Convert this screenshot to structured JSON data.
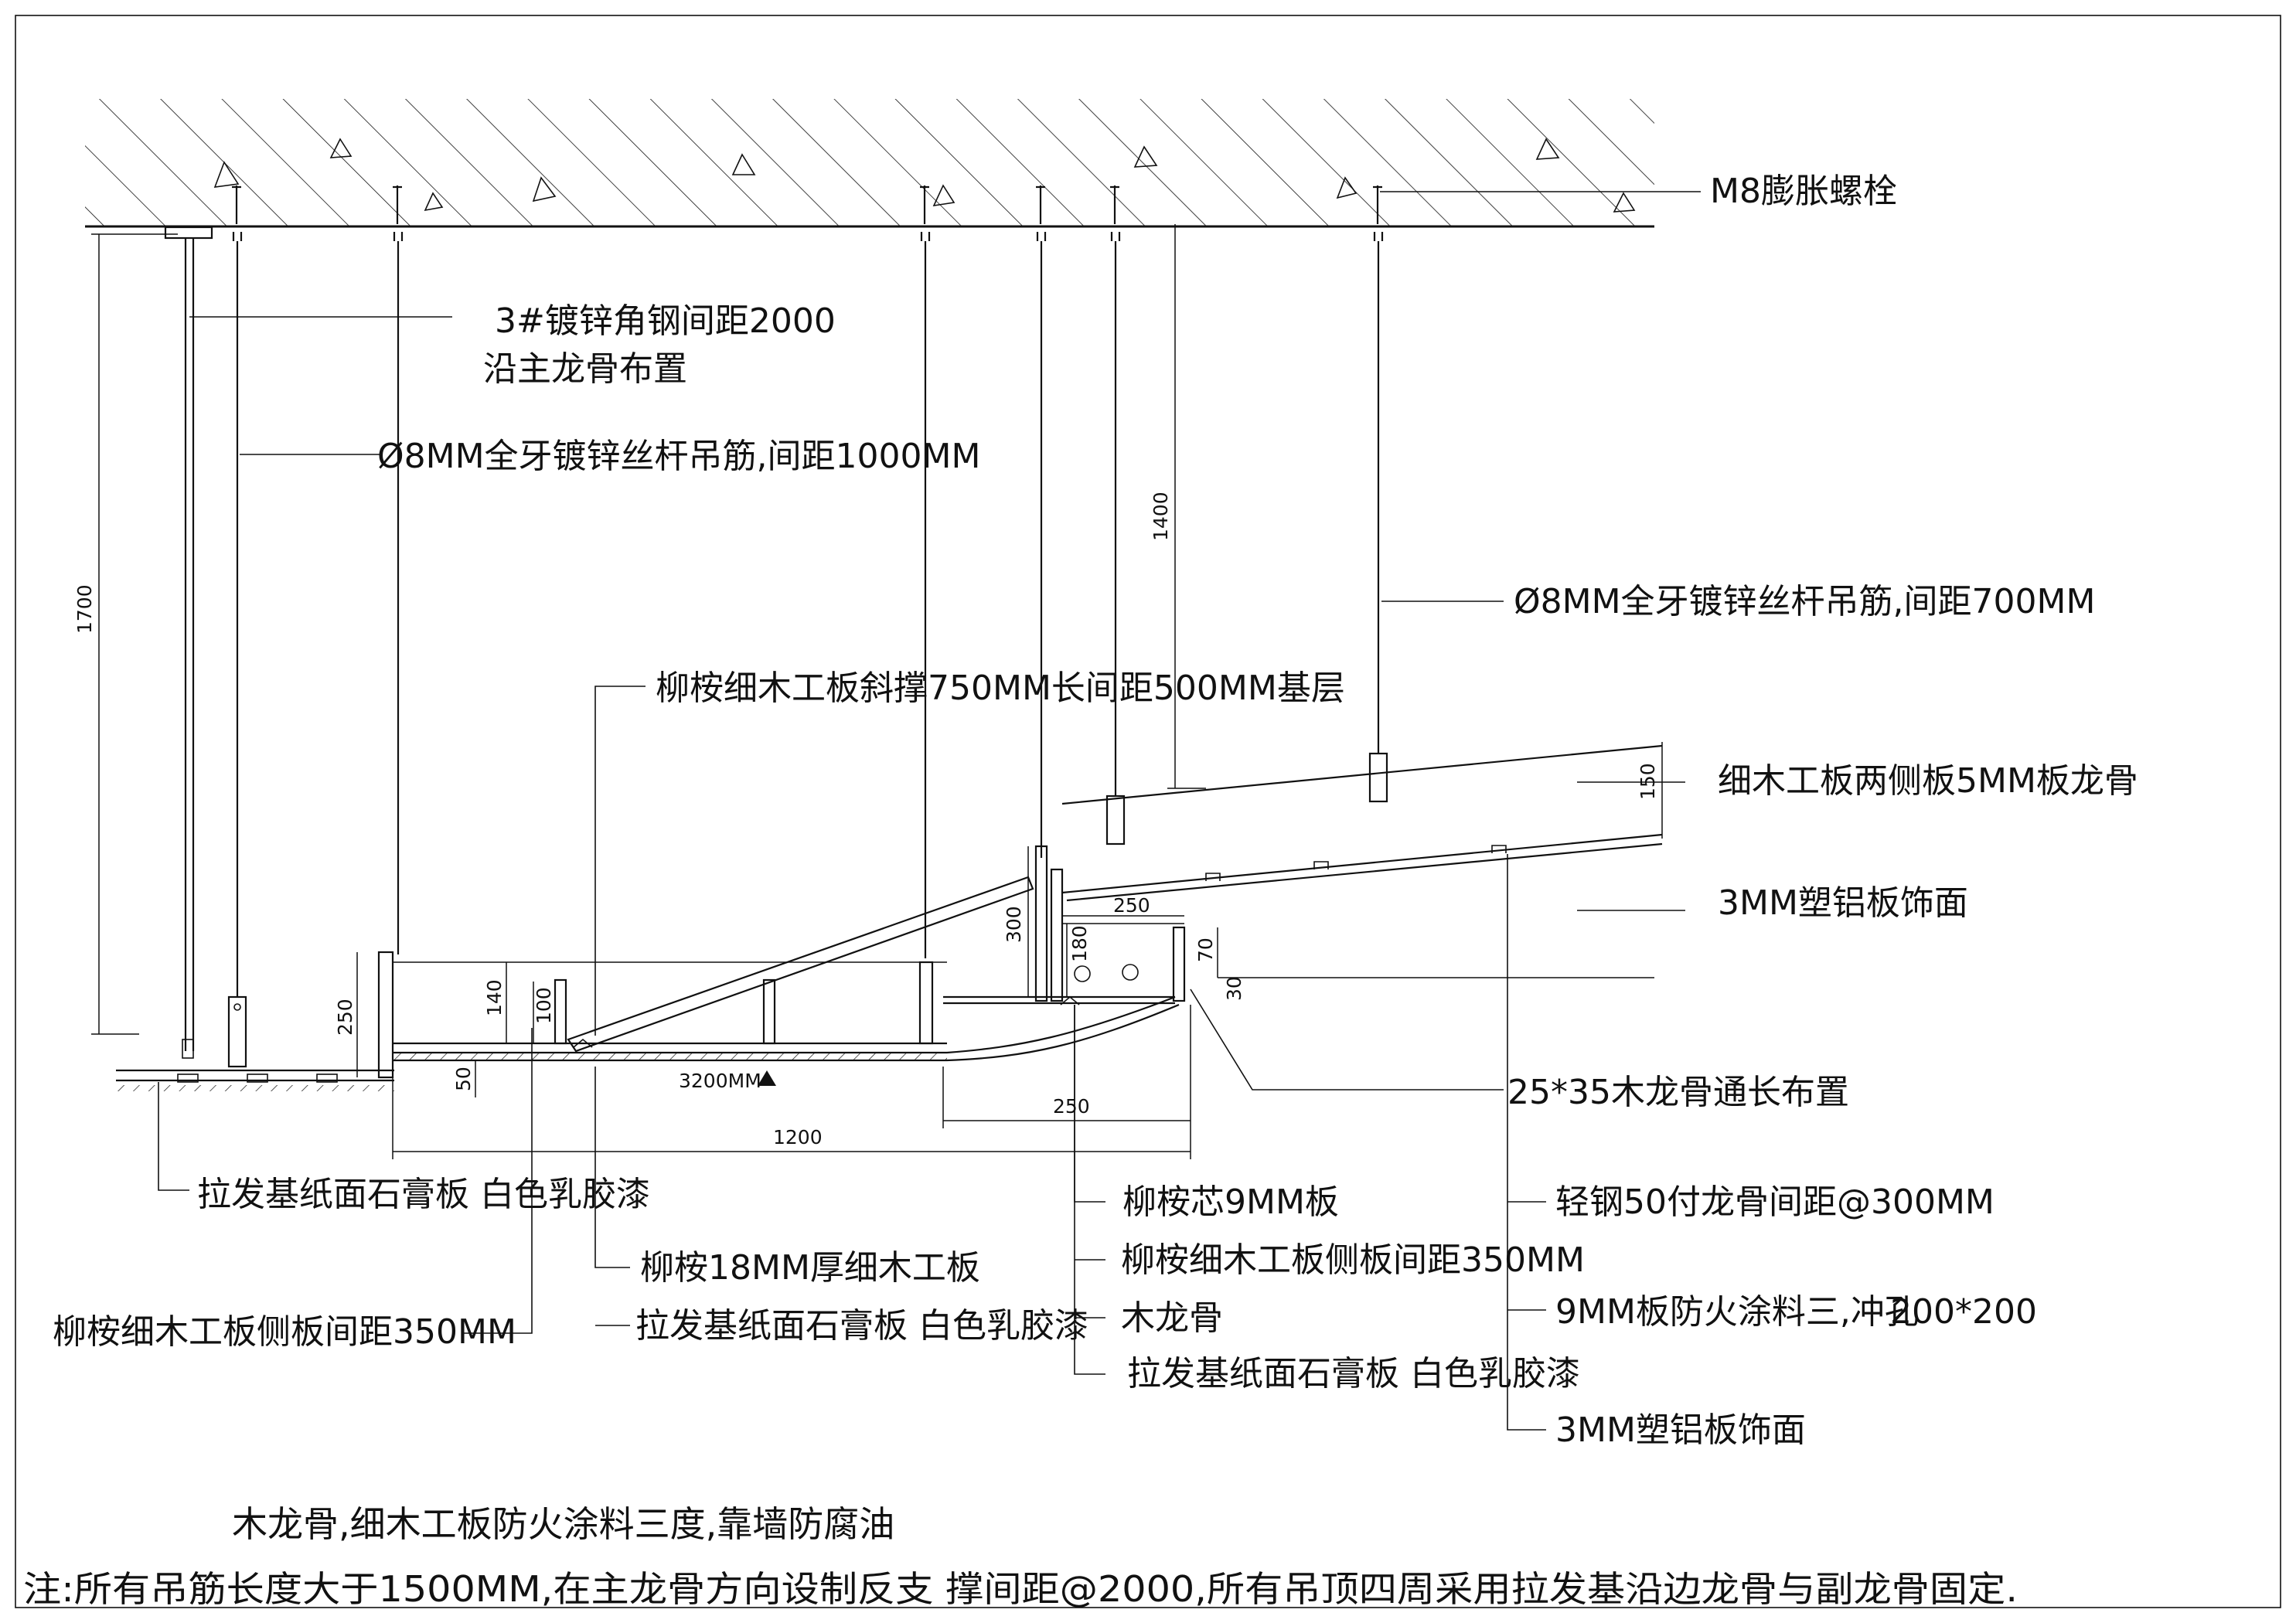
{
  "labels": {
    "bolt": "M8膨胀螺栓",
    "angle_steel_1": "3#镀锌角钢间距2000",
    "angle_steel_2": "沿主龙骨布置",
    "rod_left": "Ø8MM全牙镀锌丝杆吊筋,间距1000MM",
    "rod_right": "Ø8MM全牙镀锌丝杆吊筋,间距700MM",
    "brace": "柳桉细木工板斜撑750MM长间距500MM基层",
    "side_board": "细木工板两侧板5MM板龙骨",
    "alu_right": "3MM塑铝板饰面",
    "wood_keel_25x35": "25*35木龙骨通长布置",
    "gypsum_left": "拉发基纸面石膏板 白色乳胶漆",
    "core_9mm": "柳桉芯9MM板",
    "side_board_350_mid": "柳桉细木工板侧板间距350MM",
    "blockboard_18": "柳桉18MM厚细木工板",
    "wood_keel": "木龙骨",
    "gypsum_mid": "拉发基纸面石膏板 白色乳胶漆",
    "gypsum_right": "拉发基纸面石膏板 白色乳胶漆",
    "side_board_350_left": "柳桉细木工板侧板间距350MM",
    "steel_keel": "轻钢50付龙骨间距@300MM",
    "fire_coating_1": "9MM板防火涂料三,冲孔",
    "fire_coating_2": "200*200",
    "alu_bottom": "3MM塑铝板饰面"
  },
  "dimensions": {
    "d1700": "1700",
    "d1400": "1400",
    "d150": "150",
    "d250_left": "250",
    "d140": "140",
    "d100": "100",
    "d50": "50",
    "d3200": "3200MM",
    "d1200": "1200",
    "d250_bottom": "250",
    "d300": "300",
    "d180": "180",
    "d250_top": "250",
    "d70": "70",
    "d30": "30"
  },
  "notes": {
    "line1": "木龙骨,细木工板防火涂料三度,靠墙防腐油",
    "line2": "注:所有吊筋长度大于1500MM,在主龙骨方向设制反支  撑间距@2000,所有吊顶四周采用拉发基沿边龙骨与副龙骨固定."
  }
}
